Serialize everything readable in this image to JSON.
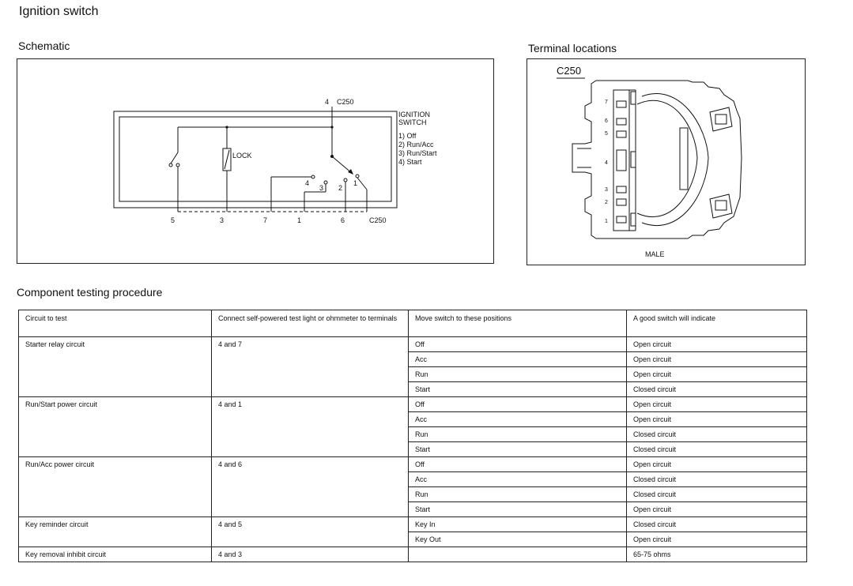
{
  "page": {
    "title": "Ignition switch"
  },
  "schematic": {
    "title": "Schematic",
    "connector_top": {
      "pin": "4",
      "name": "C250"
    },
    "legend_title": [
      "IGNITION",
      "SWITCH"
    ],
    "legend_items": [
      "1) Off",
      "2) Run/Acc",
      "3) Run/Start",
      "4) Start"
    ],
    "lock_label": "LOCK",
    "contact_labels": [
      "4",
      "3",
      "2",
      "1"
    ],
    "bottom_pins": [
      "5",
      "3",
      "7",
      "1",
      "6"
    ],
    "bottom_connector": "C250"
  },
  "terminal_locations": {
    "title": "Terminal locations",
    "connector": "C250",
    "pin_labels": [
      "7",
      "6",
      "5",
      "4",
      "3",
      "2",
      "1"
    ],
    "gender": "MALE"
  },
  "procedure": {
    "title": "Component testing procedure",
    "headers": [
      "Circuit to test",
      "Connect self-powered test light or ohmmeter to terminals",
      "Move switch to these positions",
      "A good switch will indicate"
    ],
    "groups": [
      {
        "circuit": "Starter relay circuit",
        "terminals": "4 and 7",
        "rows": [
          {
            "position": "Off",
            "result": "Open circuit"
          },
          {
            "position": "Acc",
            "result": "Open circuit"
          },
          {
            "position": "Run",
            "result": "Open circuit"
          },
          {
            "position": "Start",
            "result": "Closed circuit"
          }
        ]
      },
      {
        "circuit": "Run/Start power circuit",
        "terminals": "4 and 1",
        "rows": [
          {
            "position": "Off",
            "result": "Open circuit"
          },
          {
            "position": "Acc",
            "result": "Open circuit"
          },
          {
            "position": "Run",
            "result": "Closed circuit"
          },
          {
            "position": "Start",
            "result": "Closed circuit"
          }
        ]
      },
      {
        "circuit": "Run/Acc power circuit",
        "terminals": "4 and 6",
        "rows": [
          {
            "position": "Off",
            "result": "Open circuit"
          },
          {
            "position": "Acc",
            "result": "Closed circuit"
          },
          {
            "position": "Run",
            "result": "Closed circuit"
          },
          {
            "position": "Start",
            "result": "Open circuit"
          }
        ]
      },
      {
        "circuit": "Key reminder circuit",
        "terminals": "4 and 5",
        "rows": [
          {
            "position": "Key In",
            "result": "Closed circuit"
          },
          {
            "position": "Key Out",
            "result": "Open circuit"
          }
        ]
      },
      {
        "circuit": "Key removal inhibit circuit",
        "terminals": "4 and 3",
        "rows": [
          {
            "position": "",
            "result": "65-75 ohms"
          }
        ]
      }
    ]
  }
}
